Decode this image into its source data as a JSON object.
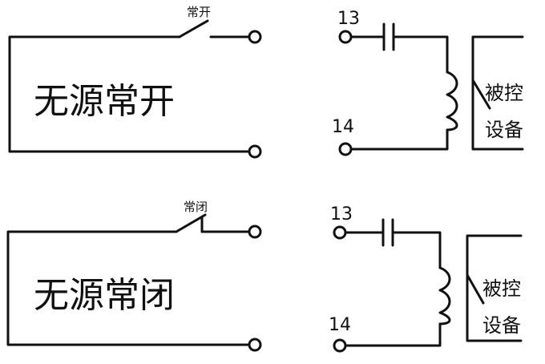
{
  "panels": [
    {
      "id": "no",
      "title": "无源常开",
      "switch_label": "常开",
      "switch_state": "normally-open",
      "terminal_top": "13",
      "terminal_bottom": "14",
      "device_label_line1": "被控",
      "device_label_line2": "设备"
    },
    {
      "id": "nc",
      "title": "无源常闭",
      "switch_label": "常闭",
      "switch_state": "normally-closed",
      "terminal_top": "13",
      "terminal_bottom": "14",
      "device_label_line1": "被控",
      "device_label_line2": "设备"
    }
  ],
  "colors": {
    "line": "#111111",
    "background": "#ffffff"
  }
}
